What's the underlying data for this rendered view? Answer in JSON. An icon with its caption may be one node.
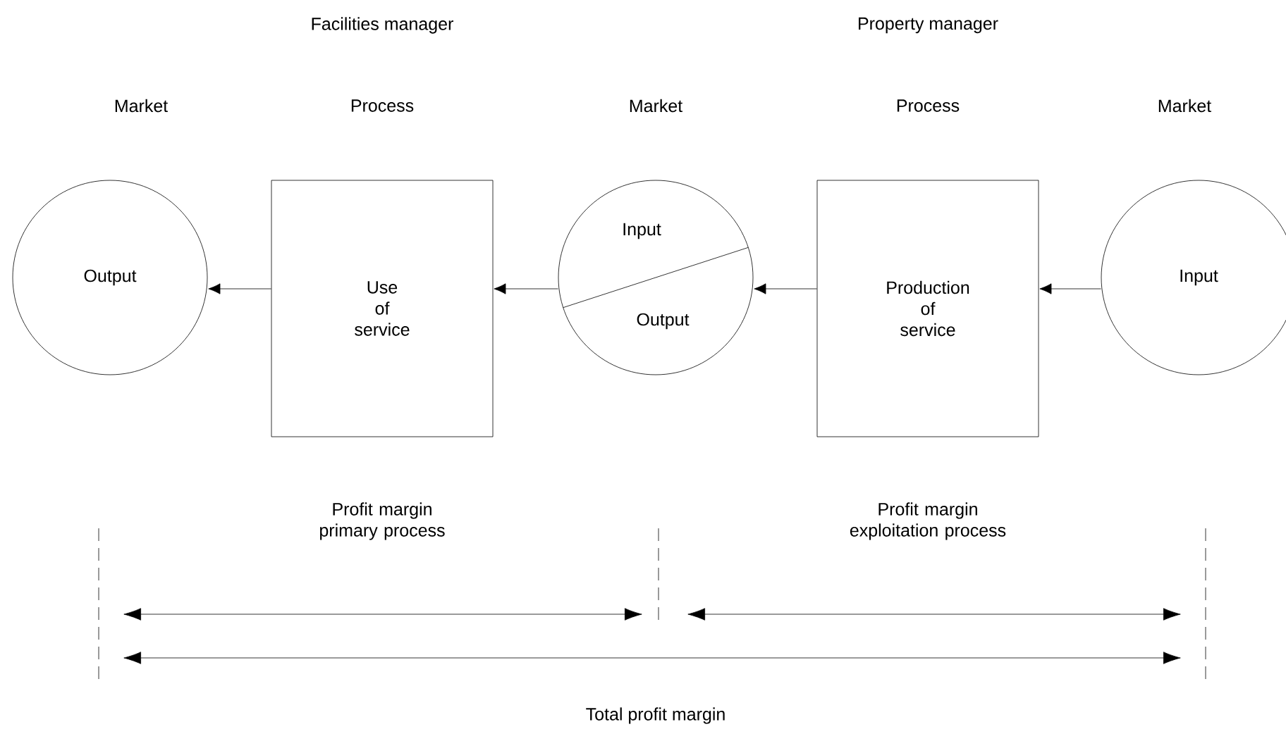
{
  "diagram": {
    "nodes": [
      {
        "text": [
          "Output"
        ]
      },
      {
        "text": [
          "Use of service"
        ]
      },
      {
        "text": [
          "Input",
          "Output"
        ]
      },
      {
        "text": [
          "Production of service"
        ]
      },
      {
        "text": [
          "Input"
        ]
      }
    ],
    "edges": [
      {
        "from": 4,
        "to": 3,
        "arrow": "to"
      },
      {
        "from": 3,
        "to": 2,
        "arrow": "to"
      },
      {
        "from": 2,
        "to": 1,
        "arrow": "to"
      },
      {
        "from": 1,
        "to": 0,
        "arrow": "to"
      }
    ],
    "labels": [
      "Facilities manager",
      "Property manager",
      "Market",
      "Process",
      "Market",
      "Process",
      "Market",
      "Profit margin primary process",
      "Profit margin exploitation process",
      "Total profit margin"
    ]
  }
}
